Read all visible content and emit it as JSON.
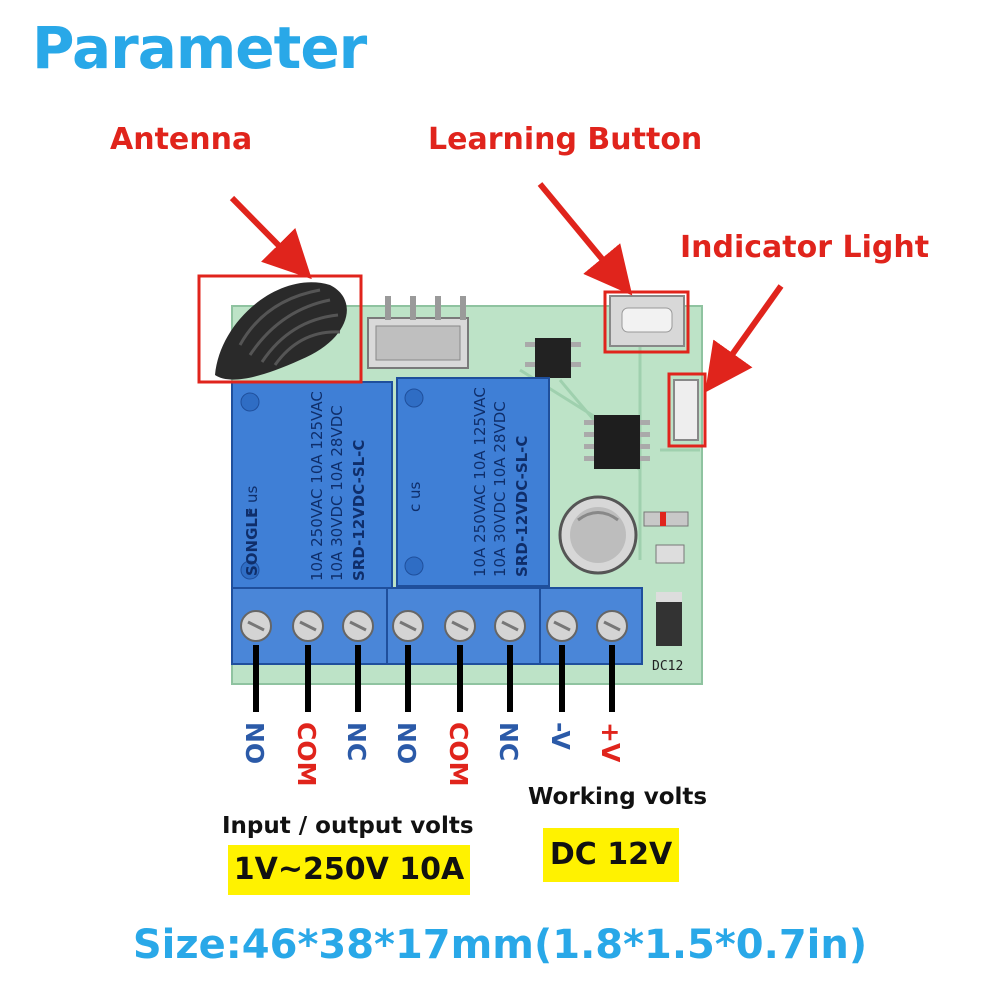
{
  "title": "Parameter",
  "callouts": {
    "antenna": "Antenna",
    "learning_button": "Learning Button",
    "indicator_light": "Indicator Light"
  },
  "board": {
    "relay_brand": "SONGLE",
    "relay_rating_1": "10A 250VAC  10A 125VAC",
    "relay_rating_2": "10A 30VDC  10A 28VDC",
    "relay_model": "SRD-12VDC-SL-C",
    "cert_mark": "c   us",
    "dc_label": "DC12"
  },
  "terminals": [
    {
      "label": "NO",
      "color": "#2b5aa8"
    },
    {
      "label": "COM",
      "color": "#e0241c"
    },
    {
      "label": "NC",
      "color": "#2b5aa8"
    },
    {
      "label": "NO",
      "color": "#2b5aa8"
    },
    {
      "label": "COM",
      "color": "#e0241c"
    },
    {
      "label": "NC",
      "color": "#2b5aa8"
    },
    {
      "label": "-V",
      "color": "#2b5aa8"
    },
    {
      "label": "+V",
      "color": "#e0241c"
    }
  ],
  "specs": {
    "io_caption": "Input / output volts",
    "io_value": "1V~250V  10A",
    "working_caption": "Working volts",
    "working_value": "DC 12V"
  },
  "size": "Size:46*38*17mm(1.8*1.5*0.7in)",
  "colors": {
    "title": "#29a8e8",
    "callout": "#e0241c",
    "highlight": "#fff200",
    "pcb": "#bde3c7",
    "relay": "#3f7fd6",
    "terminal_block": "#4a86d8"
  }
}
